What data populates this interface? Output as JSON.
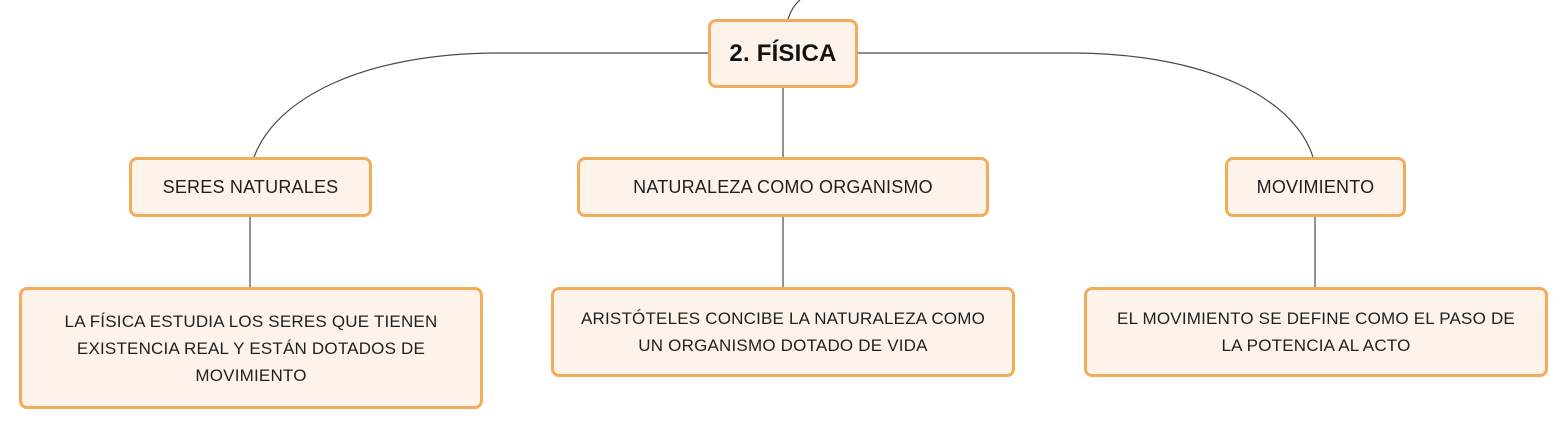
{
  "root": {
    "label": "2. FÍSICA"
  },
  "branches": [
    {
      "label": "SERES NATURALES",
      "description": "LA FÍSICA ESTUDIA LOS SERES QUE TIENEN EXISTENCIA REAL Y ESTÁN DOTADOS DE MOVIMIENTO"
    },
    {
      "label": "NATURALEZA COMO ORGANISMO",
      "description": "ARISTÓTELES CONCIBE LA NATURALEZA COMO UN ORGANISMO DOTADO DE VIDA"
    },
    {
      "label": "MOVIMIENTO",
      "description": "EL MOVIMIENTO SE DEFINE COMO EL PASO DE LA POTENCIA AL ACTO"
    }
  ],
  "colors": {
    "node_fill": "#fdf3ea",
    "node_border": "#f3ad5a",
    "connector": "#4a4a4a",
    "text": "#1f1f1f"
  }
}
